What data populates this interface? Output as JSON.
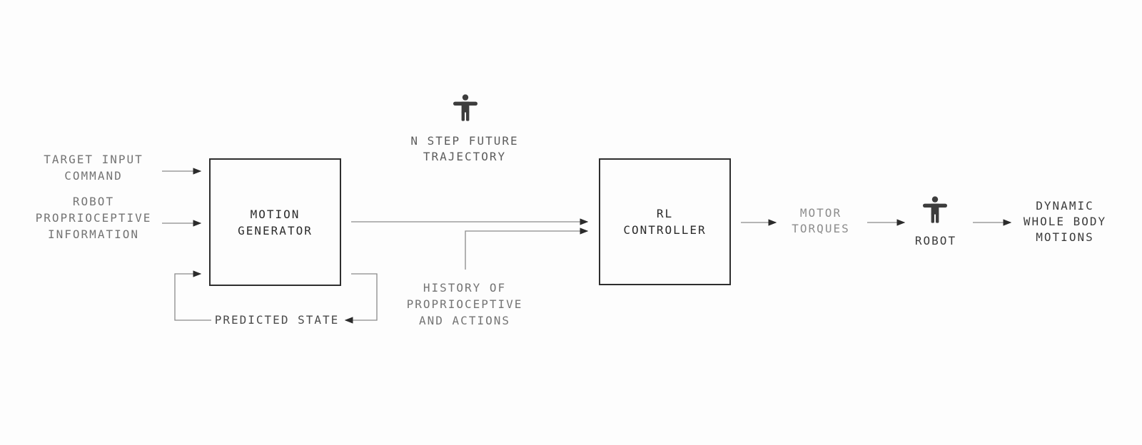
{
  "diagram": {
    "nodes": {
      "target_input_command": {
        "lines": [
          "TARGET INPUT",
          "COMMAND"
        ]
      },
      "robot_proprioceptive_information": {
        "lines": [
          "ROBOT",
          "PROPRIOCEPTIVE",
          "INFORMATION"
        ]
      },
      "motion_generator": {
        "lines": [
          "MOTION",
          "GENERATOR"
        ]
      },
      "n_step_future_trajectory": {
        "lines": [
          "N STEP FUTURE",
          "TRAJECTORY"
        ]
      },
      "history_of_proprioceptive_and_actions": {
        "lines": [
          "HISTORY OF",
          "PROPRIOCEPTIVE",
          "AND ACTIONS"
        ]
      },
      "rl_controller": {
        "lines": [
          "RL",
          "CONTROLLER"
        ]
      },
      "motor_torques": {
        "lines": [
          "MOTOR",
          "TORQUES"
        ]
      },
      "robot": {
        "label": "ROBOT"
      },
      "dynamic_whole_body_motions": {
        "lines": [
          "DYNAMIC",
          "WHOLE BODY",
          "MOTIONS"
        ]
      },
      "predicted_state": {
        "label": "PREDICTED STATE"
      }
    },
    "icons": {
      "trajectory_person": "person-icon",
      "robot_person": "person-icon"
    },
    "colors": {
      "background": "#fdfdfd",
      "box_border": "#2e2e2e",
      "box_label": "#2b2b2b",
      "label_gray": "#747474",
      "label_light_gray": "#8d8d8d",
      "label_mid": "#5c5c5c",
      "label_dark": "#3c3c3c",
      "predicted_state_color": "#4a4a4a",
      "line": "#8a8a8a",
      "arrowhead": "#2b2b2b",
      "icon": "#3d3d3d"
    }
  }
}
